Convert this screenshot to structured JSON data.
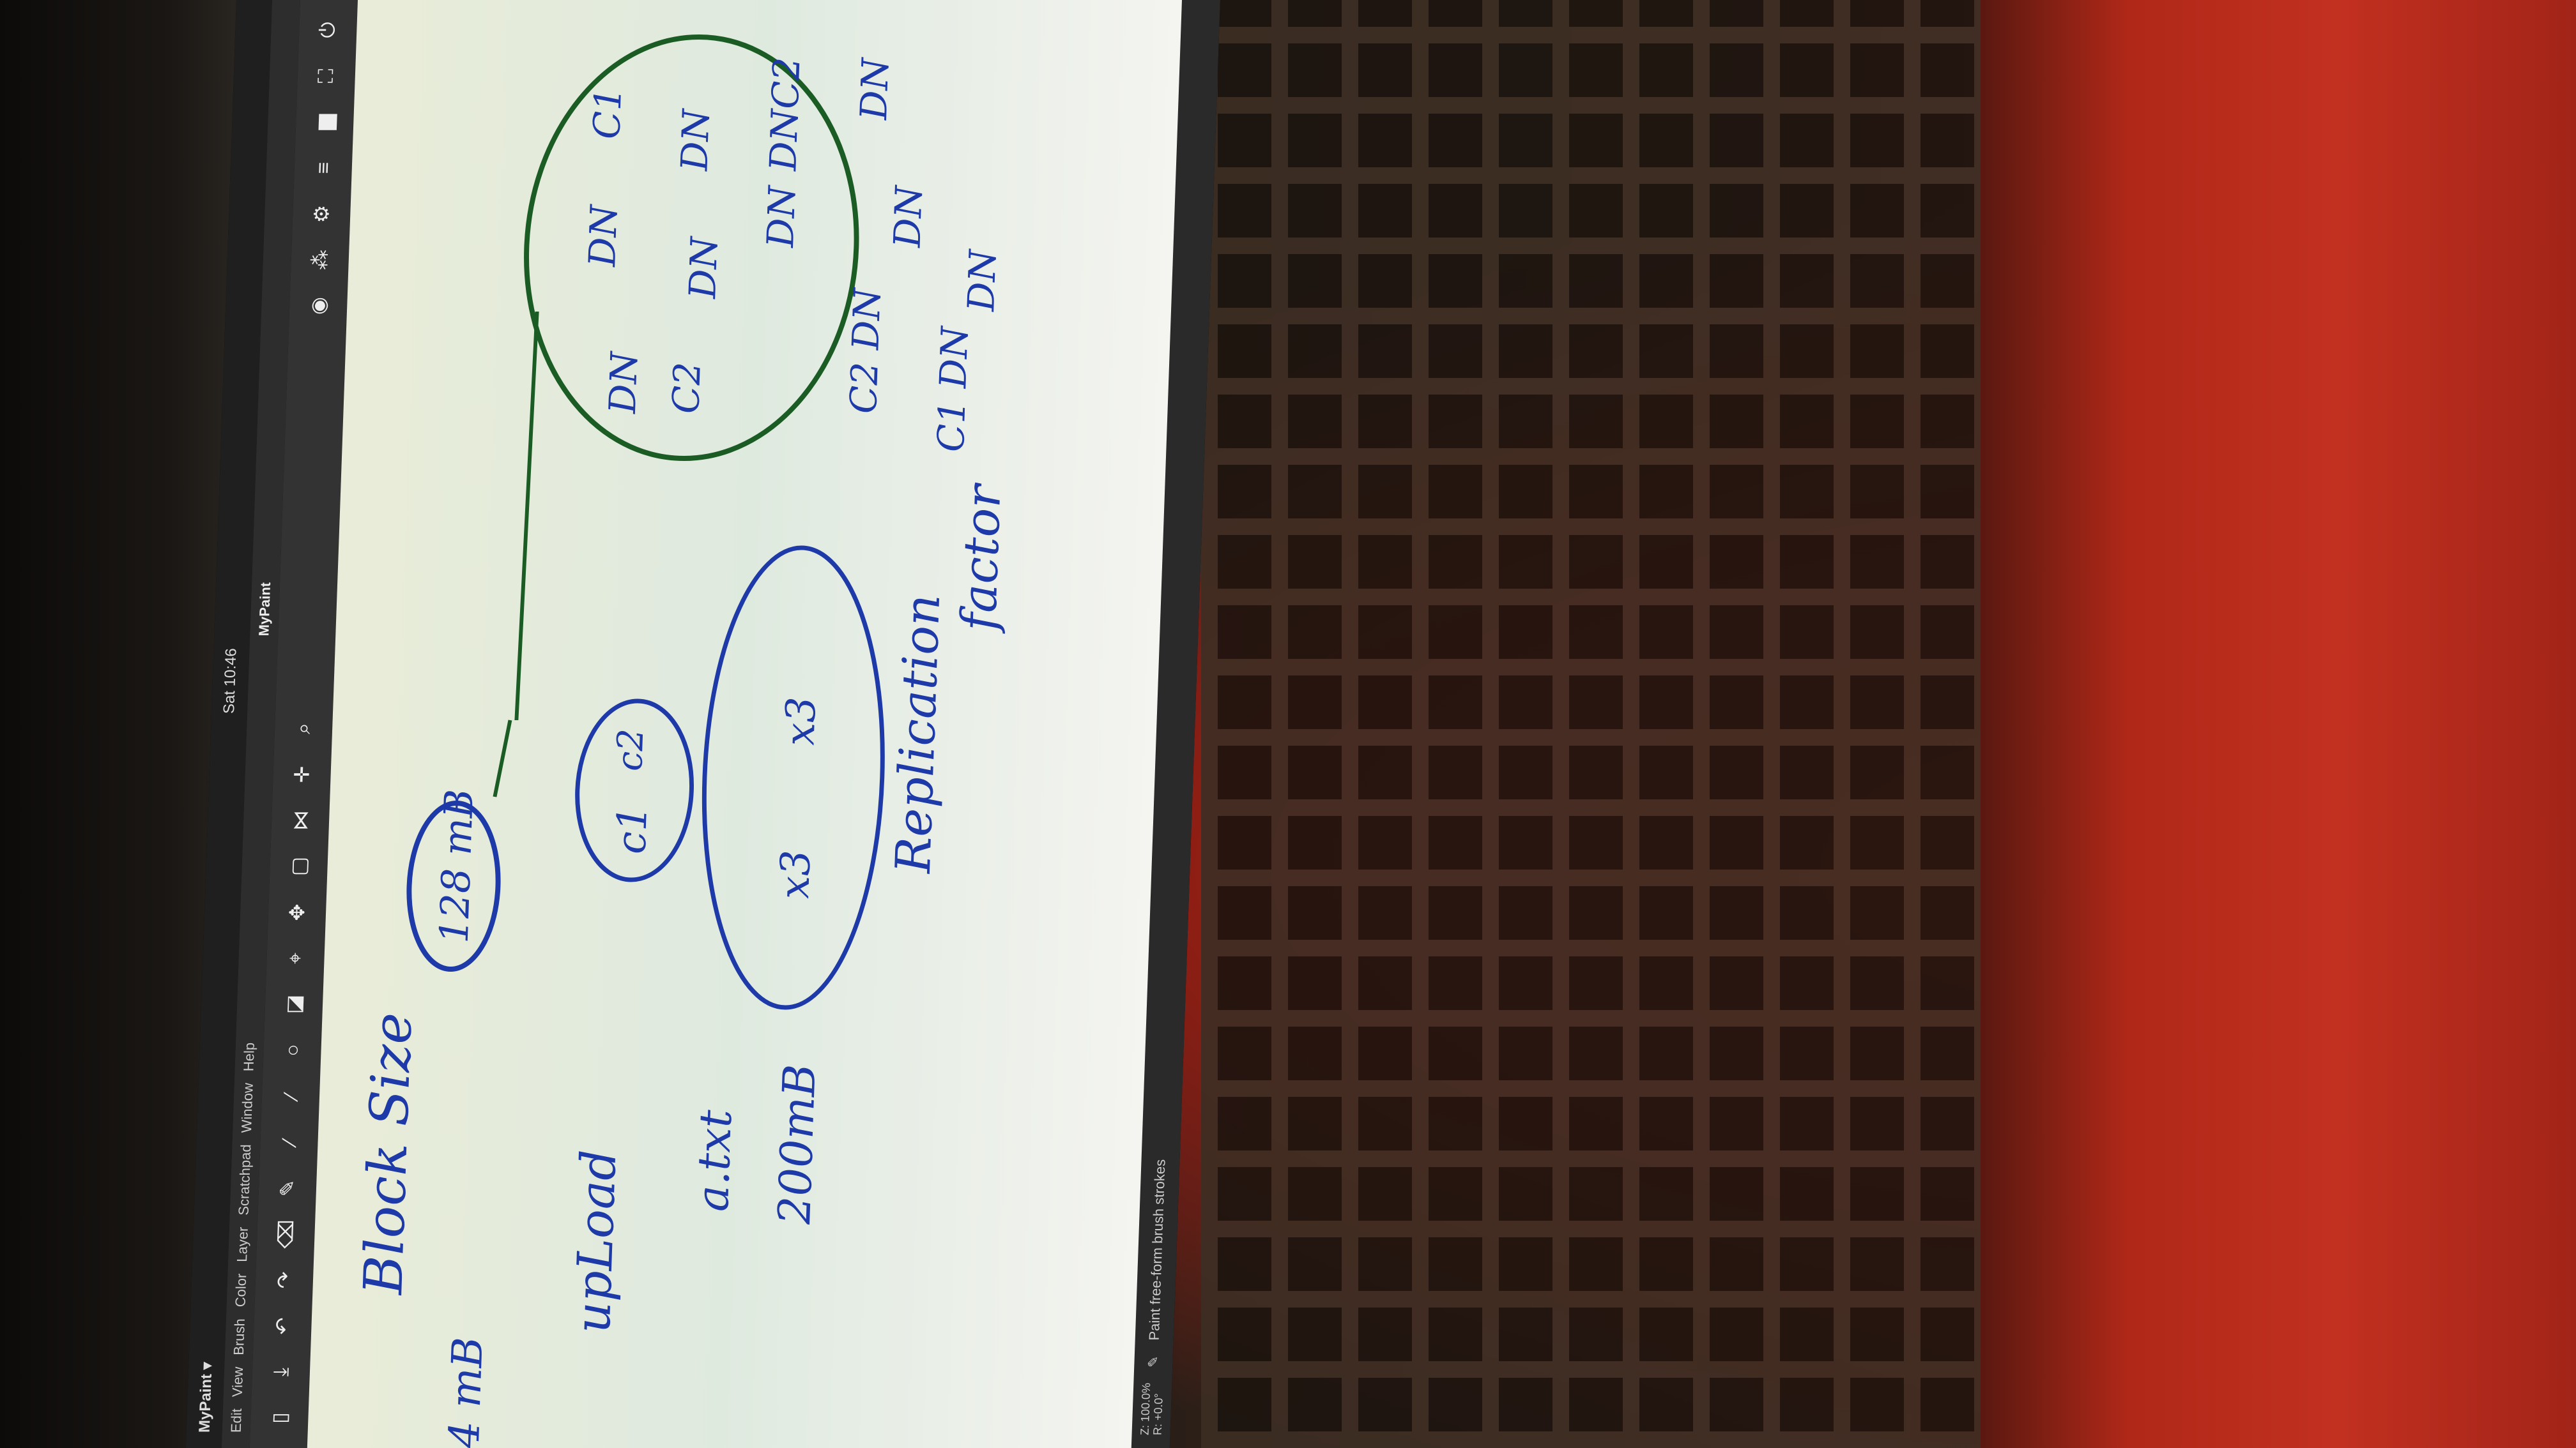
{
  "topbar": {
    "app_menu": "MyPaint ▾",
    "clock": "Sat 10:46"
  },
  "menubar": {
    "items": [
      "Edit",
      "View",
      "Brush",
      "Color",
      "Layer",
      "Scratchpad",
      "Window",
      "Help"
    ],
    "title": "MyPaint"
  },
  "status": {
    "zoom": "Z: 100.0%",
    "rotation": "R: +0.0°",
    "message": "Paint free-form brush strokes"
  },
  "drawing": {
    "block_size": "Block Size",
    "mb_left": "4 mB",
    "mb_128": "128 mB",
    "upload": "upLoad",
    "file": "a.txt",
    "file_size": "200mB",
    "c1": "c1",
    "c2": "c2",
    "x3_a": "x3",
    "x3_b": "x3",
    "replication": "Replication",
    "factor": "factor",
    "dn_labels": [
      "DN",
      "DN",
      "C1",
      "C2",
      "DN",
      "DN",
      "DN",
      "DNC2",
      "DN",
      "C2 DN",
      "DN",
      "C1 DN",
      "DN"
    ]
  },
  "colors": {
    "pen_blue": "#1d3aa8",
    "pen_green": "#1a5c24",
    "canvas": "#e9ecd8"
  }
}
